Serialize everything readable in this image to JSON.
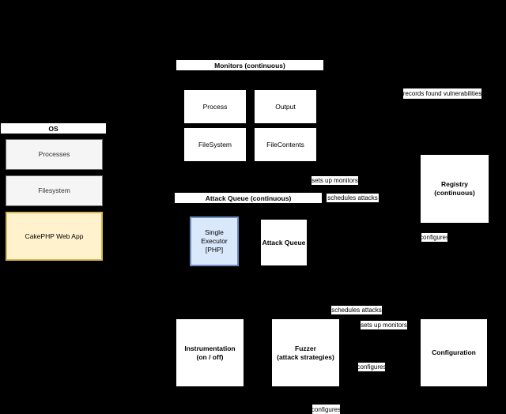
{
  "diagram": {
    "os": {
      "header": "OS",
      "items": [
        "Processes",
        "Filesystem",
        "CakePHP Web App"
      ]
    },
    "monitors": {
      "header": "Monitors (continuous)",
      "boxes": [
        "Process",
        "Output",
        "FileSystem",
        "FileContents"
      ]
    },
    "attack_queue": {
      "header": "Attack Queue (continuous)",
      "executor": {
        "line1": "Single Executor",
        "line2": "[PHP]"
      },
      "queue": "Attack Queue"
    },
    "registry": {
      "line1": "Registry",
      "line2": "(continuous)"
    },
    "instrumentation": {
      "line1": "Instrumentation",
      "line2": "(on / off)"
    },
    "fuzzer": {
      "line1": "Fuzzer",
      "line2": "(attack strategies)"
    },
    "configuration": "Configuration",
    "edge_labels": {
      "records_found": "records found vulnerabilities",
      "sets_up_monitors_top": "sets up monitors",
      "schedules_attacks_top": "schedules attacks",
      "configures_registry": "configures",
      "schedules_attacks_bottom": "schedules attacks",
      "sets_up_monitors_bottom": "sets up monitors",
      "configures_middle": "configures",
      "configures_bottom": "configures"
    },
    "colors": {
      "background": "#000000",
      "node_fill": "#ffffff",
      "node_border": "#000000",
      "gray_fill": "#f5f5f5",
      "gray_border": "#666666",
      "yellow_fill": "#fff2cc",
      "yellow_border": "#d6b656",
      "blue_fill": "#dae8fc",
      "blue_border": "#6c8ebf"
    }
  }
}
